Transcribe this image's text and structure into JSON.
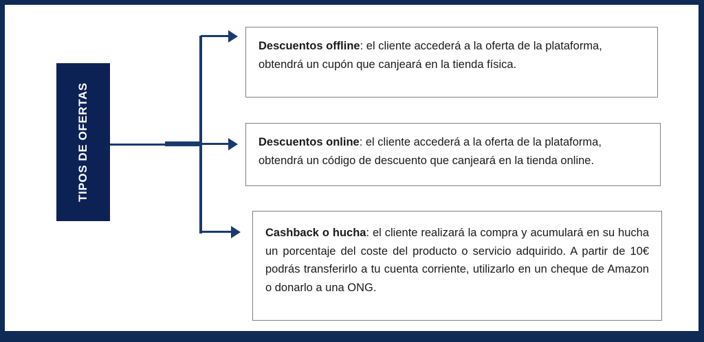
{
  "theme": {
    "navy": "#102a56",
    "box_fill": "#0d2254",
    "connector": "#1a3a6e",
    "box_border": "#808080",
    "text": "#1a1a1a",
    "background": "#ffffff"
  },
  "label_box": {
    "text": "TIPOS DE OFERTAS",
    "orientation": "vertical-bottom-to-top"
  },
  "items": [
    {
      "title": "Descuentos offline",
      "separator": ":",
      "body": " el cliente accederá a la oferta de la plataforma, obtendrá un cupón que canjeará en la tienda física."
    },
    {
      "title": "Descuentos online",
      "separator": ":",
      "body": " el cliente accederá a la oferta de la plataforma, obtendrá un código de descuento que canjeará en la tienda online."
    },
    {
      "title": "Cashback o hucha",
      "separator": ":",
      "body": " el cliente realizará la compra y acumulará en su hucha un porcentaje del coste del producto o servicio adquirido. A partir de 10€ podrás transferirlo a tu cuenta corriente, utilizarlo en un cheque de Amazon o donarlo a una ONG."
    }
  ]
}
